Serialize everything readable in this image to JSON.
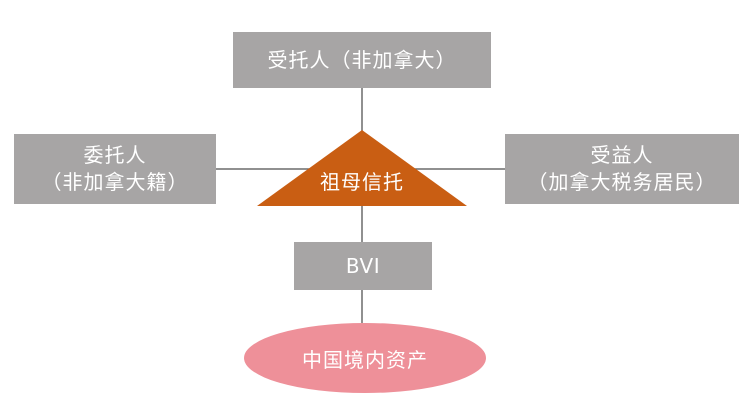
{
  "diagram": {
    "trustee": {
      "line1": "受托人（非加拿大）"
    },
    "settlor": {
      "line1": "委托人",
      "line2": "（非加拿大籍）"
    },
    "beneficiary": {
      "line1": "受益人",
      "line2": "（加拿大税务居民）"
    },
    "center": {
      "label": "祖母信托"
    },
    "bvi": {
      "label": "BVI"
    },
    "asset": {
      "label": "中国境内资产"
    }
  },
  "colors": {
    "box_fill": "#a7a5a5",
    "triangle_fill": "#c95e13",
    "ellipse_fill": "#ee9099",
    "connector": "#6b6b6b",
    "text": "#ffffff"
  }
}
